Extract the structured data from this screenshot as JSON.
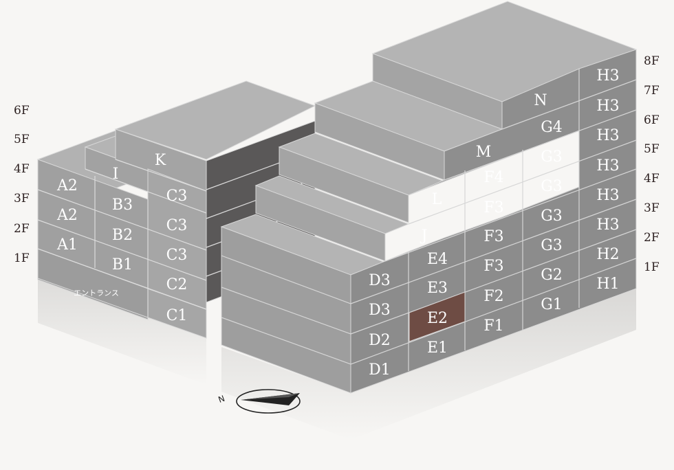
{
  "colors": {
    "background": "#f7f6f4",
    "roof": "#b2b2b2",
    "front": "#a4a4a4",
    "side": "#8a8a8a",
    "dark_side": "#5a5858",
    "edge": "#d8d8d8",
    "highlight": "#6e4c44",
    "label": "#ffffff",
    "floor_label": "#2b1f1f"
  },
  "floors_left": [
    "6F",
    "5F",
    "4F",
    "3F",
    "2F",
    "1F"
  ],
  "floors_right": [
    "8F",
    "7F",
    "6F",
    "5F",
    "4F",
    "3F",
    "2F",
    "1F"
  ],
  "entrance_label": "エントランス",
  "compass_label": "N",
  "highlighted_unit": "E2",
  "units": {
    "a2_upper": "A2",
    "a2_lower": "A2",
    "a1": "A1",
    "b3": "B3",
    "b2": "B2",
    "b1": "B1",
    "i": "I",
    "k": "K",
    "c3_top": "C3",
    "c3_mid": "C3",
    "c3_low": "C3",
    "c2": "C2",
    "c1": "C1",
    "d3_upper": "D3",
    "d3_lower": "D3",
    "d2": "D2",
    "d1": "D1",
    "e4": "E4",
    "e3": "E3",
    "e2": "E2",
    "e1": "E1",
    "j": "J",
    "l": "L",
    "m": "M",
    "n": "N",
    "f4": "F4",
    "f3_upper": "F3",
    "f3_mid": "F3",
    "f3_low": "F3",
    "f2": "F2",
    "f1": "F1",
    "g4": "G4",
    "g3_upper": "G3",
    "g3_mid": "G3",
    "g3_mid2": "G3",
    "g3_low": "G3",
    "g2": "G2",
    "g1": "G1",
    "h3_8f": "H3",
    "h3_7f": "H3",
    "h3_6f": "H3",
    "h3_5f": "H3",
    "h3_4f": "H3",
    "h3_3f": "H3",
    "h2": "H2",
    "h1": "H1"
  }
}
